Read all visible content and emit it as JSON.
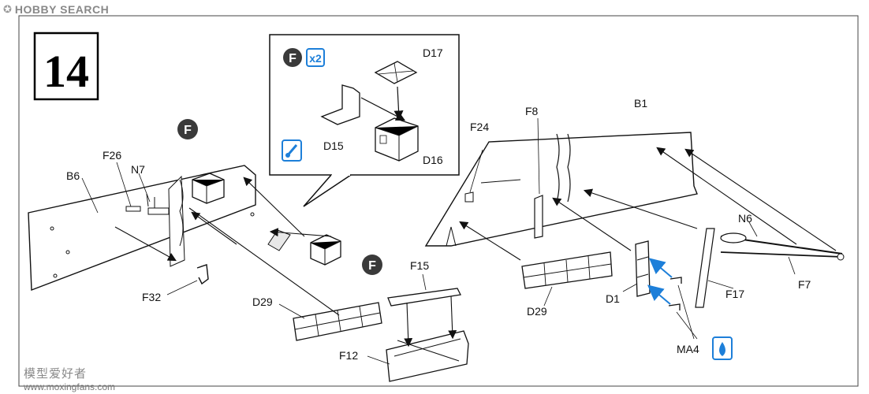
{
  "header": {
    "brand": "HOBBY SEARCH"
  },
  "step": {
    "number": "14"
  },
  "labels": {
    "B6": "B6",
    "F26": "F26",
    "N7": "N7",
    "F32": "F32",
    "D29_left": "D29",
    "F12": "F12",
    "F15": "F15",
    "D29_right": "D29",
    "D1": "D1",
    "F17": "F17",
    "MA4": "MA4",
    "N6": "N6",
    "F7": "F7",
    "B1": "B1",
    "F8": "F8",
    "F24": "F24",
    "D17": "D17",
    "D15": "D15",
    "D16": "D16"
  },
  "callout": {
    "f_badge": "F",
    "multiplier": "x2"
  },
  "f_badges": [
    "F",
    "F"
  ],
  "watermark": {
    "site": "www.moxingfans.com",
    "cn": "模型爱好者"
  },
  "colors": {
    "ink": "#111111",
    "accent_blue": "#1d7fd9",
    "badge_dark": "#3a3a3a"
  }
}
